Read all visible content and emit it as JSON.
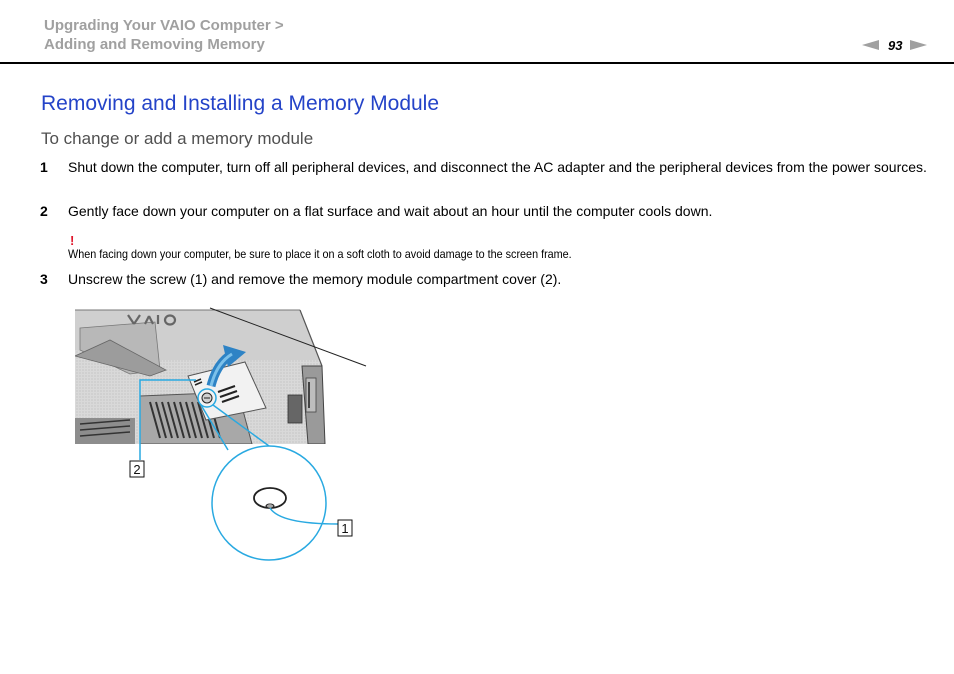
{
  "header": {
    "breadcrumb_line1": "Upgrading Your VAIO Computer >",
    "breadcrumb_line2": "Adding and Removing Memory",
    "page_number": "93"
  },
  "main": {
    "title": "Removing and Installing a Memory Module",
    "subtitle": "To change or add a memory module",
    "steps": [
      {
        "number": "1",
        "text": "Shut down the computer, turn off all peripheral devices, and disconnect the AC adapter and the peripheral devices from the power sources."
      },
      {
        "number": "2",
        "text": "Gently face down your computer on a flat surface and wait about an hour until the computer cools down."
      },
      {
        "number": "3",
        "text": "Unscrew the screw (1) and remove the memory module compartment cover (2)."
      }
    ],
    "note": {
      "mark": "!",
      "text": "When facing down your computer, be sure to place it on a soft cloth to avoid damage to the screen frame."
    }
  },
  "figure": {
    "callout_1": "1",
    "callout_2": "2",
    "logo_text": "VAIO",
    "callout_color": "#29a9e1"
  }
}
